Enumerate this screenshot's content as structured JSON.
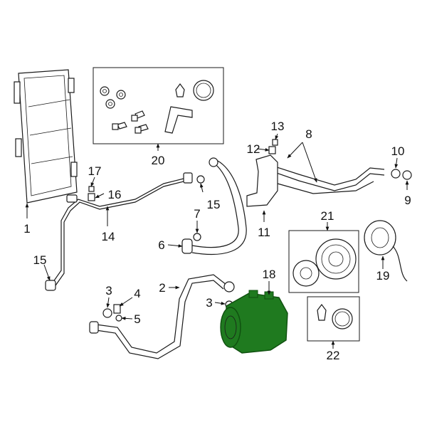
{
  "colors": {
    "highlight": "#1f7a1f",
    "highlight_dark": "#0f4f0f",
    "line": "#1a1a1a"
  },
  "callouts": {
    "c1": "1",
    "c2": "2",
    "c3a": "3",
    "c3b": "3",
    "c4": "4",
    "c5": "5",
    "c6": "6",
    "c7": "7",
    "c8": "8",
    "c9": "9",
    "c10": "10",
    "c11": "11",
    "c12": "12",
    "c13": "13",
    "c14": "14",
    "c15a": "15",
    "c15b": "15",
    "c16": "16",
    "c17": "17",
    "c18": "18",
    "c19": "19",
    "c20": "20",
    "c21": "21",
    "c22": "22"
  }
}
